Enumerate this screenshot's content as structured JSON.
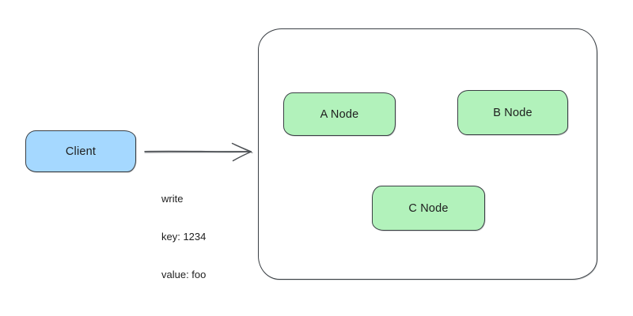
{
  "diagram": {
    "client": {
      "label": "Client",
      "fill": "#a5d8ff"
    },
    "arrow": {
      "label_lines": [
        "write",
        "key: 1234",
        "value: foo"
      ],
      "stroke": "#4a4e52"
    },
    "cluster": {
      "nodes": [
        {
          "id": "a-node",
          "label": "A Node"
        },
        {
          "id": "b-node",
          "label": "B Node"
        },
        {
          "id": "c-node",
          "label": "C Node"
        }
      ],
      "node_fill": "#b2f2bb"
    },
    "colors": {
      "stroke": "#3a3f44",
      "text": "#1e1e1e",
      "background": "#ffffff"
    }
  }
}
